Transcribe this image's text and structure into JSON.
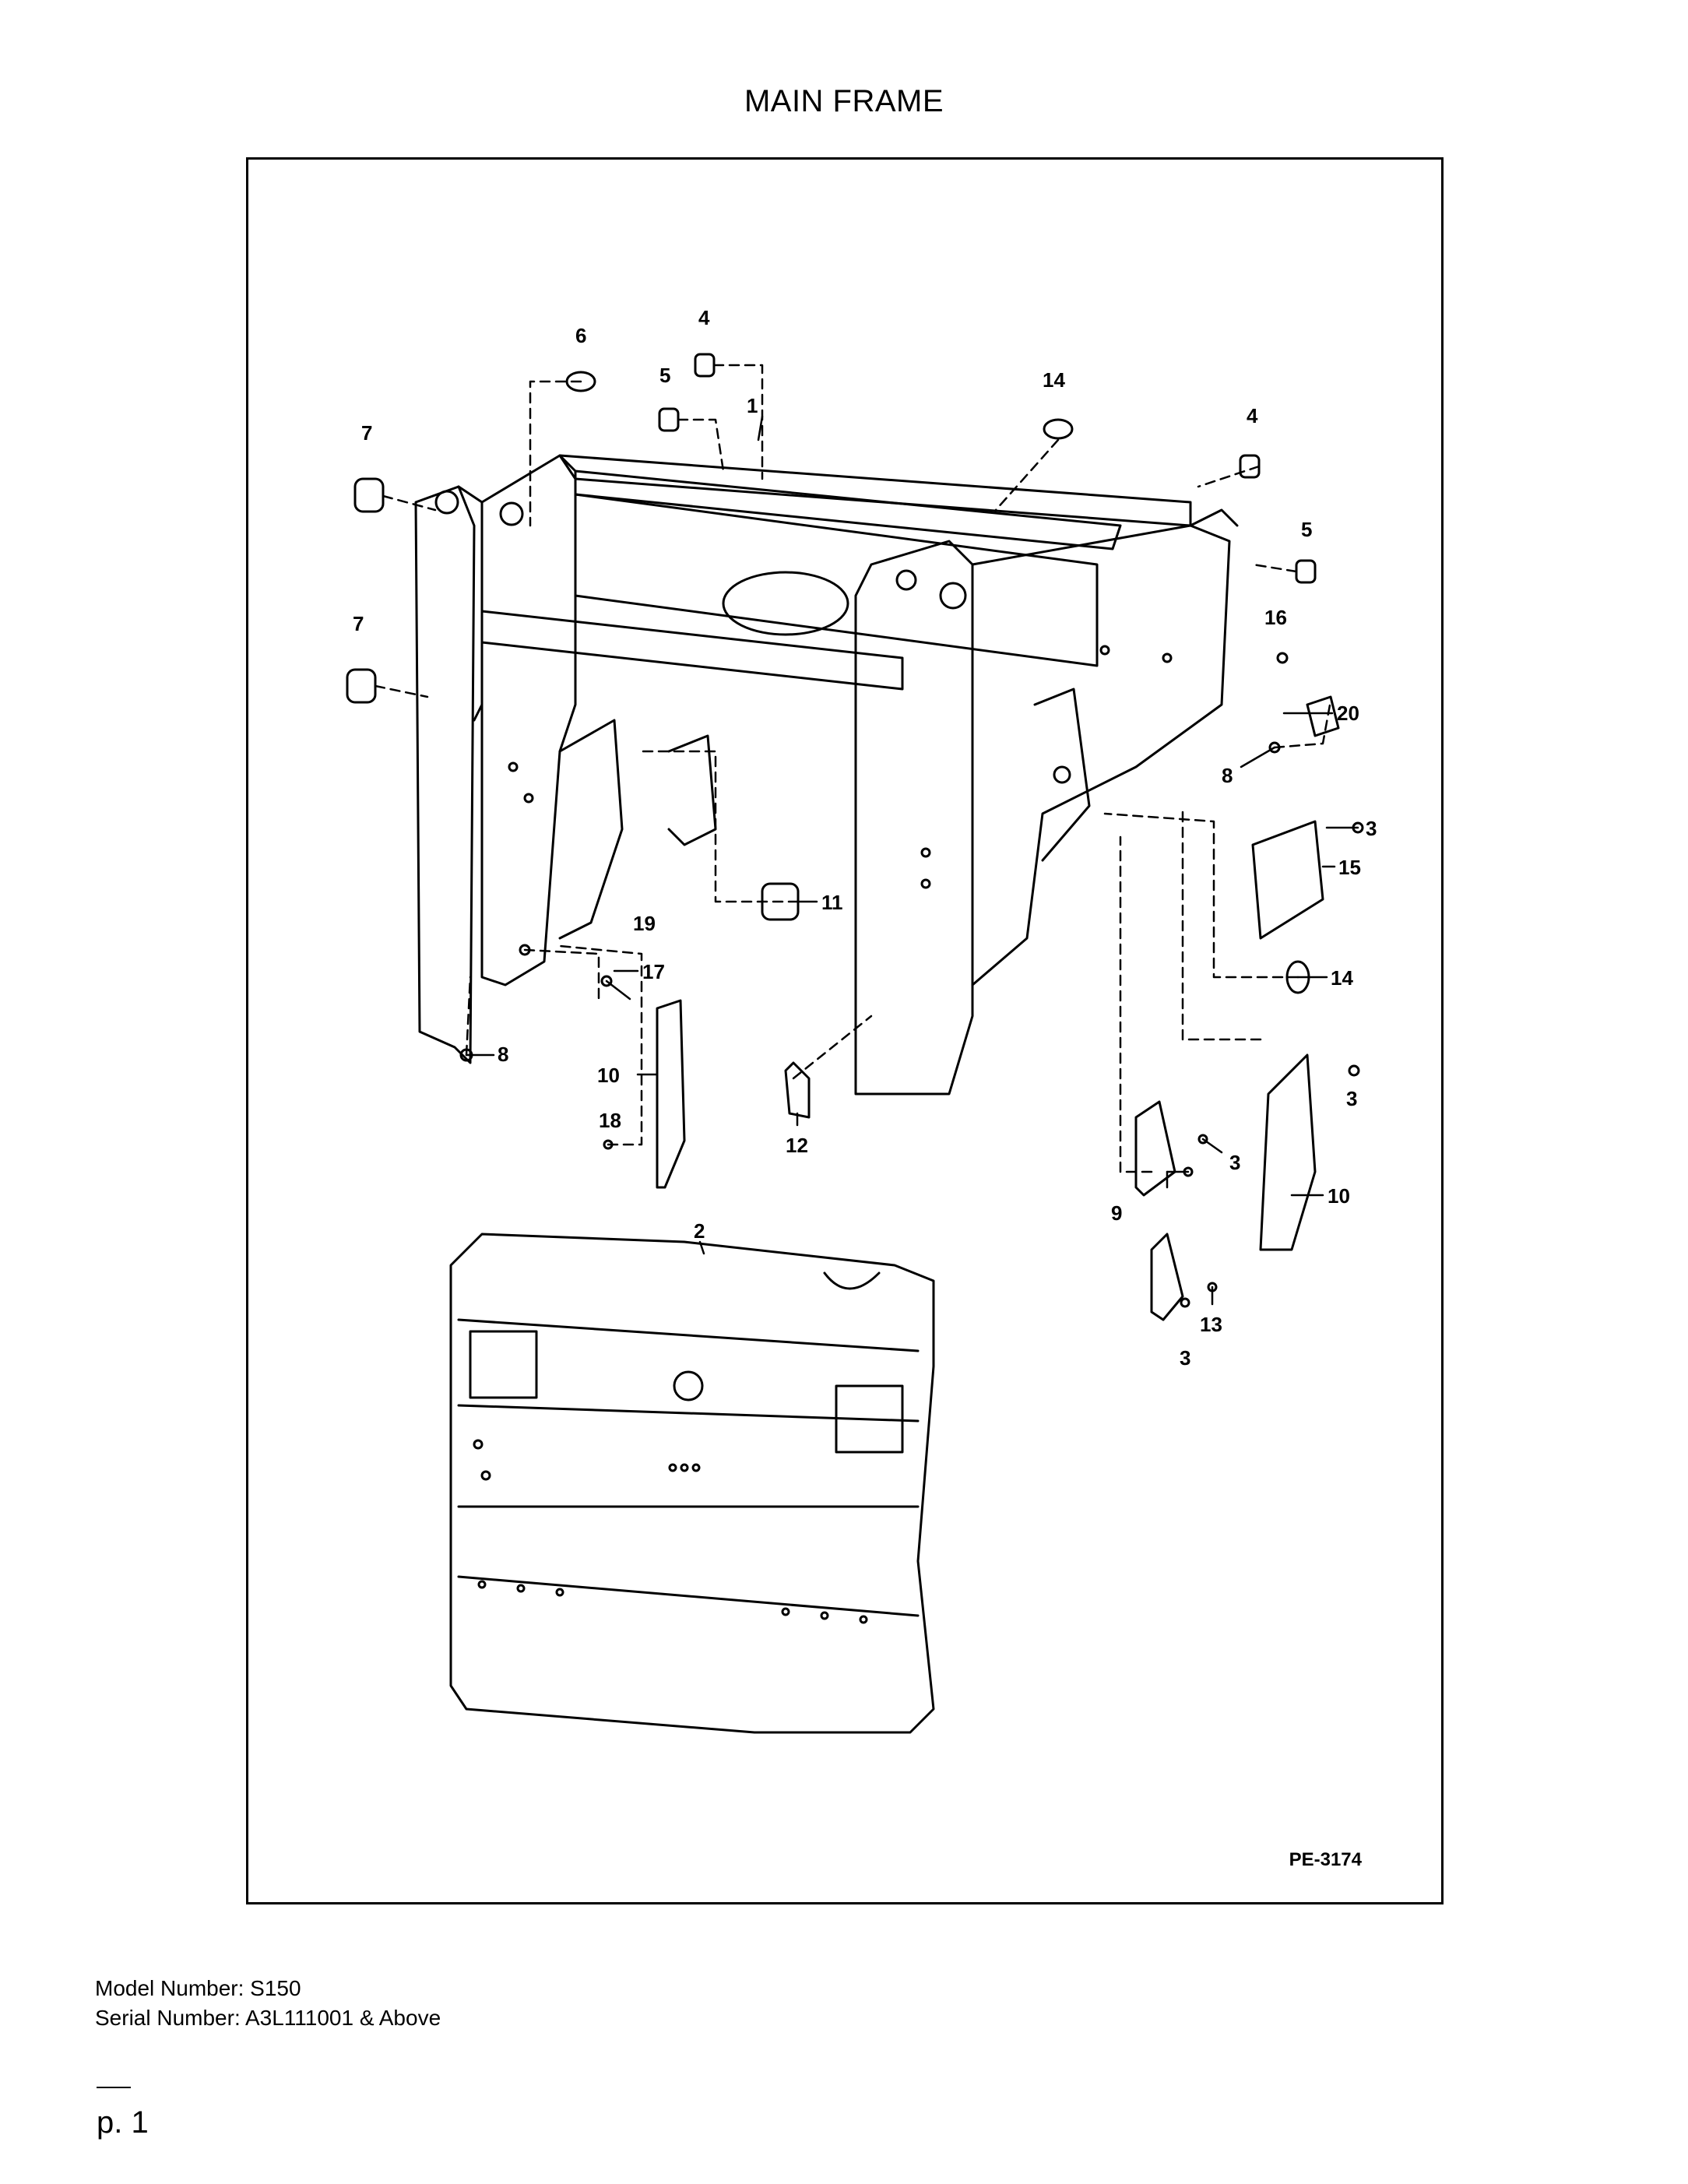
{
  "title": "MAIN FRAME",
  "figure": {
    "reference": "PE-3174",
    "callouts": {
      "c1": "1",
      "c2": "2",
      "c3a": "3",
      "c3b": "3",
      "c3c": "3",
      "c3d": "3",
      "c4a": "4",
      "c4b": "4",
      "c5a": "5",
      "c5b": "5",
      "c6": "6",
      "c7a": "7",
      "c7b": "7",
      "c8a": "8",
      "c8b": "8",
      "c9": "9",
      "c10a": "10",
      "c10b": "10",
      "c11": "11",
      "c12": "12",
      "c13": "13",
      "c14a": "14",
      "c14b": "14",
      "c15": "15",
      "c16": "16",
      "c17": "17",
      "c18": "18",
      "c19": "19",
      "c20": "20"
    }
  },
  "footer": {
    "model": "Model Number: S150",
    "serial": "Serial Number: A3L111001 & Above"
  },
  "page": "p. 1"
}
